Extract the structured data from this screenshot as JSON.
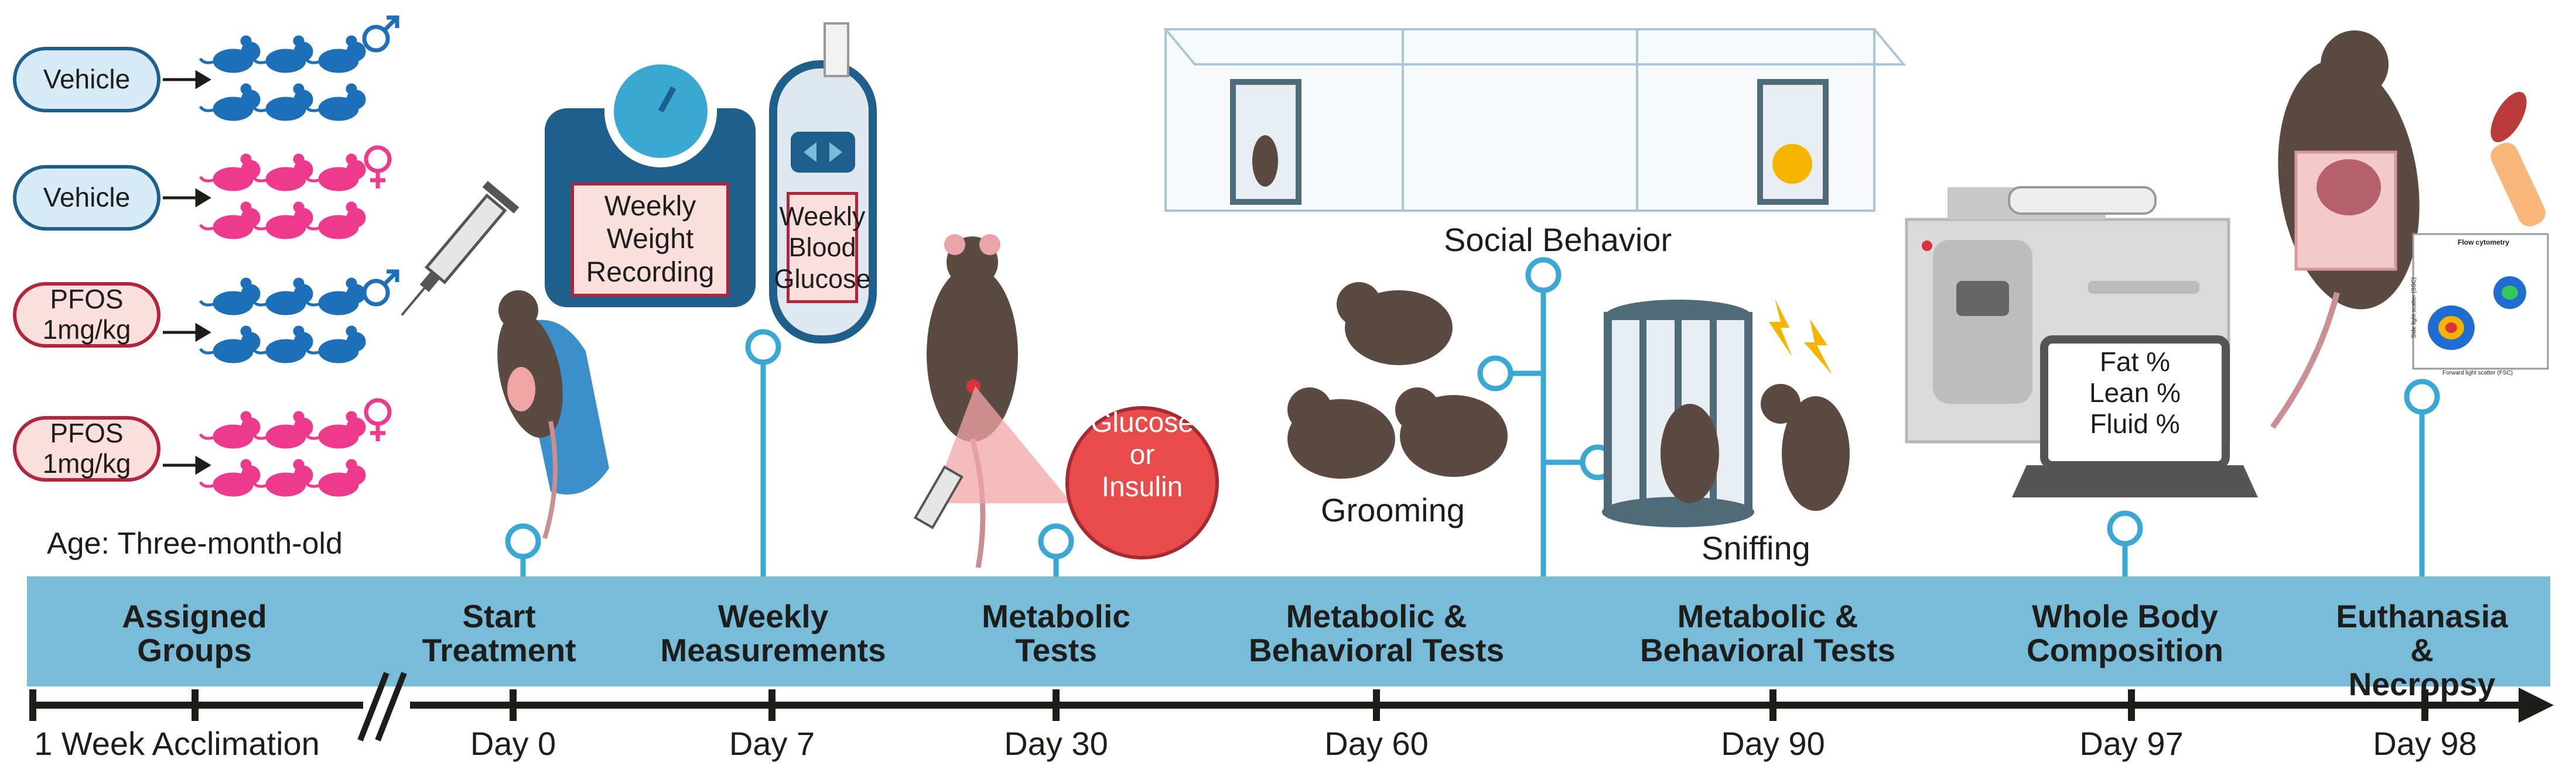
{
  "groups": [
    {
      "label": "Vehicle",
      "sex": "male",
      "color": "#1d6fb8"
    },
    {
      "label": "Vehicle",
      "sex": "female",
      "color": "#ee3a8c"
    },
    {
      "label": "PFOS\n1mg/kg",
      "sex": "male",
      "color": "#1d6fb8"
    },
    {
      "label": "PFOS\n1mg/kg",
      "sex": "female",
      "color": "#ee3a8c"
    }
  ],
  "age_label": "Age: Three-month-old",
  "phases": [
    {
      "label": "Assigned\nGroups",
      "day": "1 Week Acclimation"
    },
    {
      "label": "Start\nTreatment",
      "day": "Day 0"
    },
    {
      "label": "Weekly\nMeasurements",
      "day": "Day 7"
    },
    {
      "label": "Metabolic\nTests",
      "day": "Day 30"
    },
    {
      "label": "Metabolic &\nBehavioral Tests",
      "day": "Day 60"
    },
    {
      "label": "Metabolic &\nBehavioral Tests",
      "day": "Day 90"
    },
    {
      "label": "Whole Body\nComposition",
      "day": "Day 97"
    },
    {
      "label": "Euthanasia\n& Necropsy",
      "day": "Day 98"
    }
  ],
  "labels": {
    "weight": "Weekly\nWeight\nRecording",
    "glucose_meter": "Weekly\nBlood\nGlucose",
    "glucose_insulin": "Glucose\nor\nInsulin",
    "social": "Social Behavior",
    "grooming": "Grooming",
    "sniffing": "Sniffing",
    "composition": "Fat %\nLean %\nFluid %",
    "flow_title": "Flow cytometry",
    "flow_y": "Side light scatter (SSC)",
    "flow_x": "Forward light scatter (FSC)"
  },
  "colors": {
    "timeline_band": "#79bcd9",
    "connector": "#3aa8d3",
    "male": "#1d6fb8",
    "female": "#ee3a8c",
    "mouse": "#5b4a41",
    "box_fill": "#fbdede",
    "box_border": "#b3253b",
    "scale": "#1f5f8b"
  }
}
